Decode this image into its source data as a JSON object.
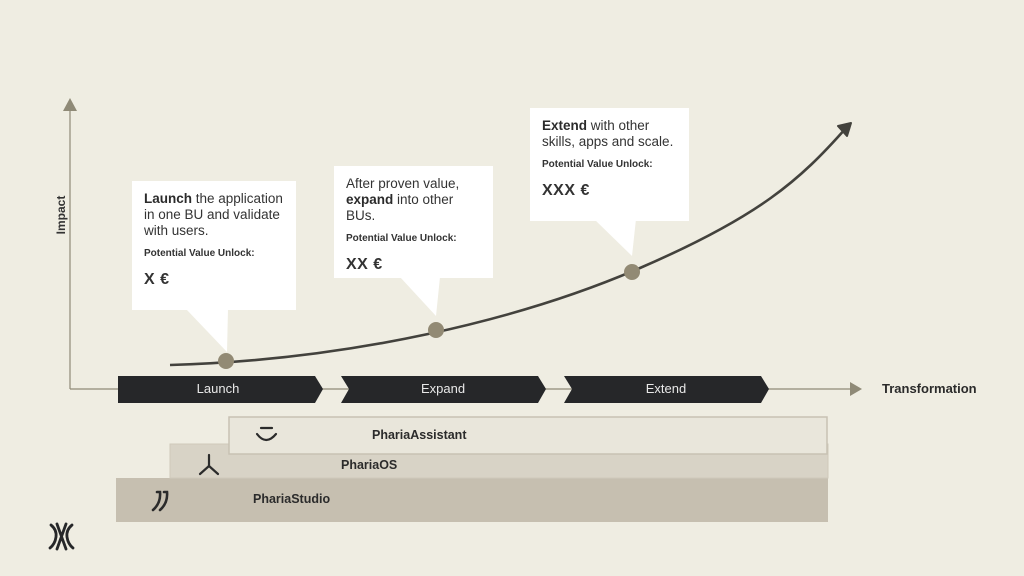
{
  "axes": {
    "y_label": "Impact",
    "x_label": "Transformation"
  },
  "phases": [
    {
      "label": "Launch"
    },
    {
      "label": "Expand"
    },
    {
      "label": "Extend"
    }
  ],
  "callouts": [
    {
      "lead_bold": "Launch",
      "text": " the application in one BU and validate with users.",
      "pv_label": "Potential Value Unlock:",
      "pv_value": "X €"
    },
    {
      "lead_text": "After proven value, ",
      "mid_bold": "expand",
      "text": " into other BUs.",
      "pv_label": "Potential Value Unlock:",
      "pv_value": "XX €"
    },
    {
      "lead_bold": "Extend",
      "text": " with other skills, apps and scale.",
      "pv_label": "Potential Value Unlock:",
      "pv_value": "XXX €"
    }
  ],
  "products": [
    {
      "label": "PhariaAssistant",
      "icon": "smile-icon"
    },
    {
      "label": "PhariaOS",
      "icon": "branch-icon"
    },
    {
      "label": "PhariaStudio",
      "icon": "double-hook-icon"
    }
  ],
  "logo": {
    "icon": "aleph-alpha-logo-icon"
  },
  "colors": {
    "background": "#efede2",
    "arrow_bar": "#262729",
    "curve": "#43423d",
    "marker": "#928a74",
    "axis": "#8f8a77",
    "layer_top": "#e9e6db",
    "layer_mid": "#d8d3c6",
    "layer_bottom": "#c6bfb0"
  }
}
